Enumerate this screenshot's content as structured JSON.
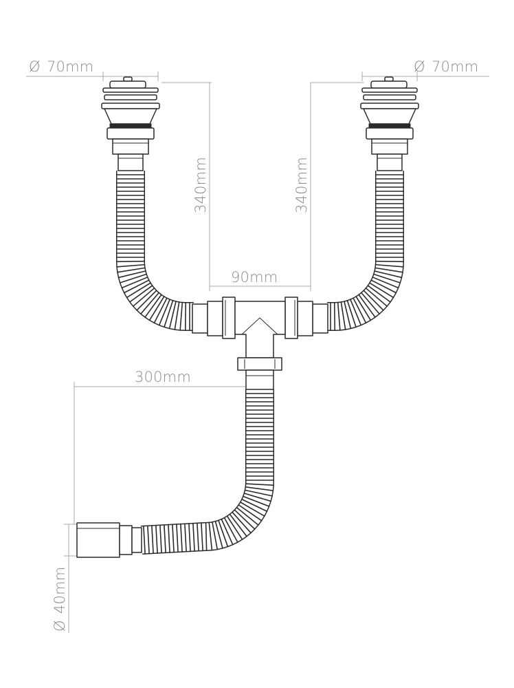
{
  "labels": {
    "left_diameter": "70mm",
    "right_diameter": "70mm",
    "left_height": "340mm",
    "right_height": "340mm",
    "center_width": "90mm",
    "outlet_length": "300mm",
    "outlet_diameter": "40mm"
  },
  "symbols": {
    "diameter": "Ø"
  },
  "icons": [
    "diameter-icon"
  ]
}
